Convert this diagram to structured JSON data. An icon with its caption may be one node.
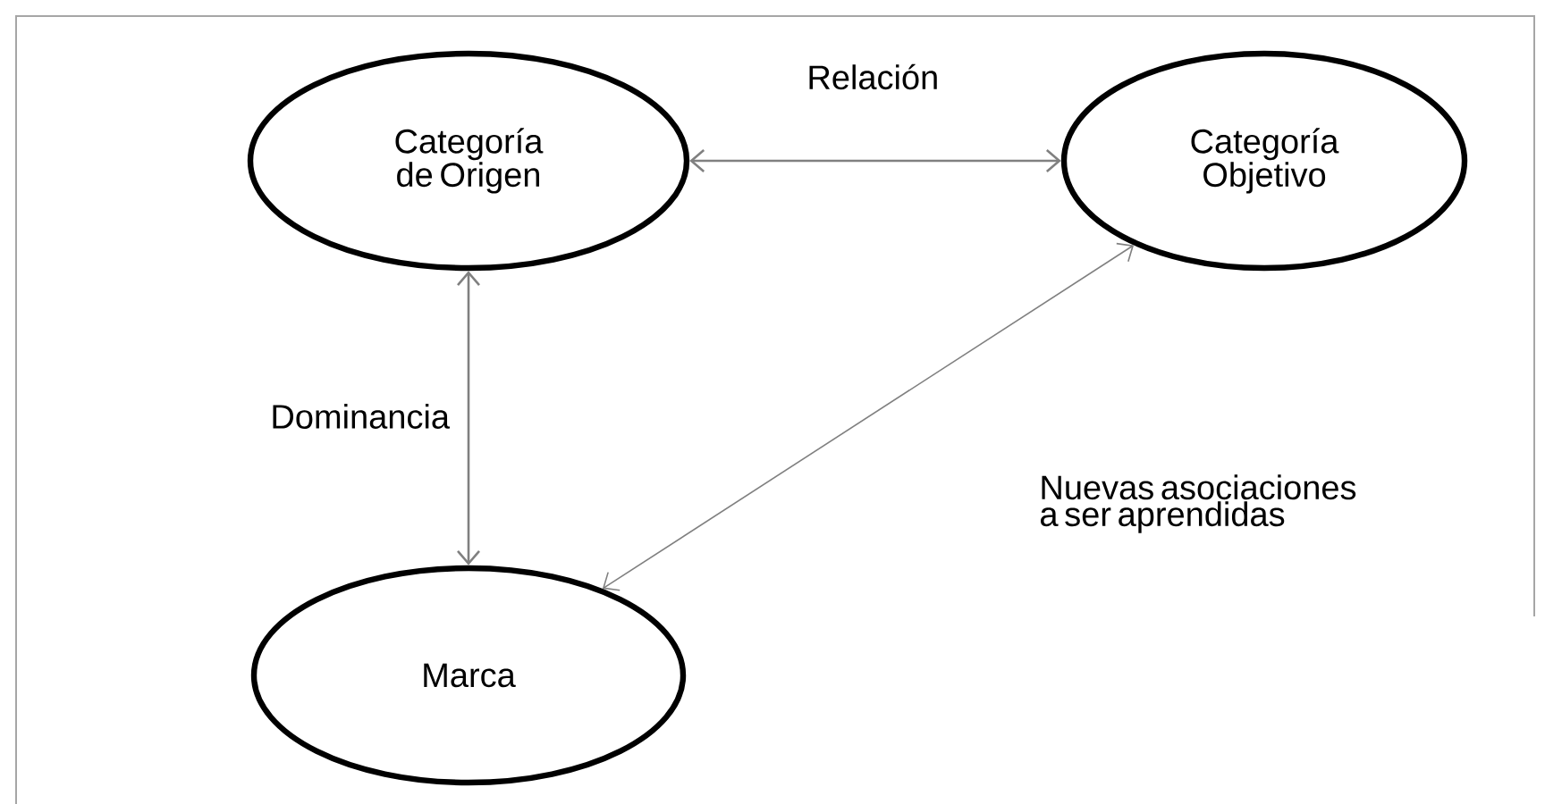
{
  "diagram": {
    "nodes": [
      {
        "text": [
          "Categoría de Origen"
        ]
      },
      {
        "text": [
          "Categoría Objetivo"
        ]
      },
      {
        "text": [
          "Marca"
        ]
      }
    ],
    "edges": [
      {
        "from": 0,
        "to": 1,
        "arrow": "both",
        "label": "Relación"
      },
      {
        "from": 0,
        "to": 2,
        "arrow": "both",
        "label": "Dominancia"
      },
      {
        "from": 1,
        "to": 2,
        "arrow": "both",
        "label": "Nuevas asociaciones a ser aprendidas"
      }
    ]
  }
}
